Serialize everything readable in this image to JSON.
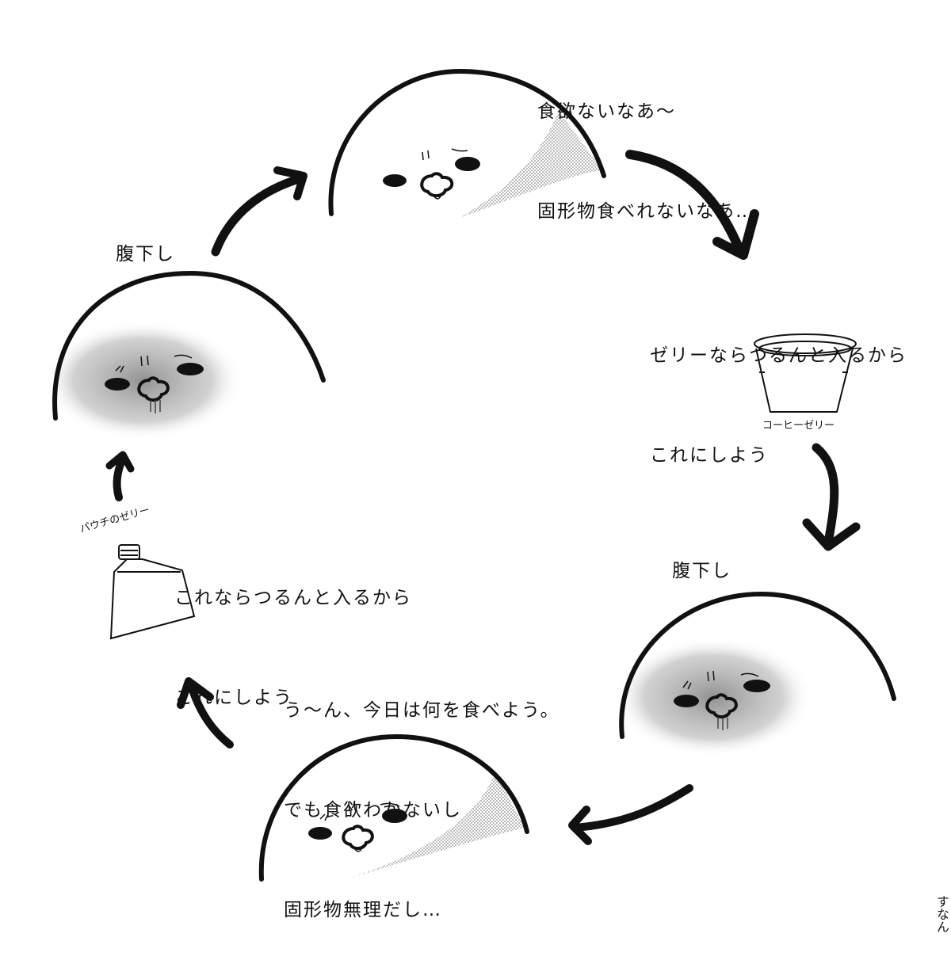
{
  "panels": {
    "top": {
      "line1": "食欲ないなあ〜",
      "line2": "固形物食べれないなあ…"
    },
    "right": {
      "line1": "ゼリーならつるんと入るから",
      "line2": "これにしよう",
      "product_label": "コーヒーゼリー"
    },
    "bottom_right": {
      "label": "腹下し"
    },
    "bottom": {
      "line1": "う〜ん、今日は何を食べよう。",
      "line2": "でも食欲わかないし",
      "line3": "固形物無理だし…"
    },
    "left": {
      "line1": "これならつるんと入るから",
      "line2": "これにしよう",
      "product_label": "パウチのゼリー"
    },
    "top_left": {
      "label": "腹下し"
    }
  },
  "signature": "すなん",
  "colors": {
    "ink": "#111111",
    "shade": "#9a9a9a",
    "background": "#ffffff"
  }
}
